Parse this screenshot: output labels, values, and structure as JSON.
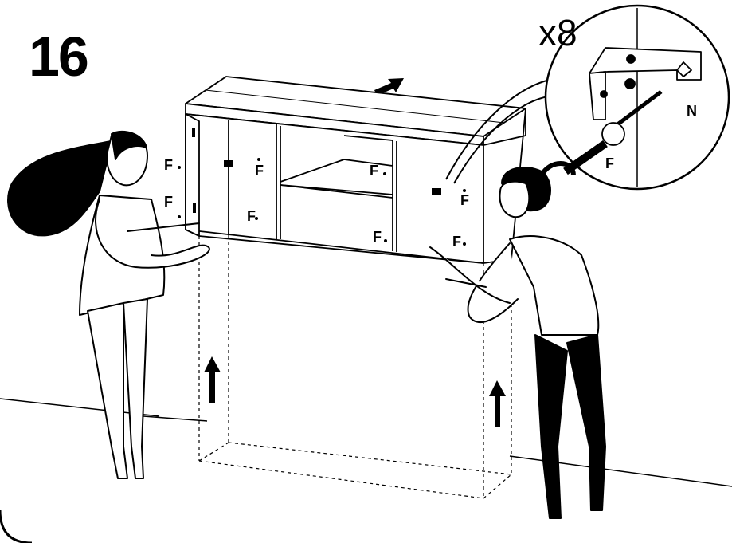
{
  "step": {
    "number": "16"
  },
  "detail": {
    "quantity": "x8",
    "screw_label": "F",
    "bracket_label": "N"
  },
  "cabinet": {
    "screw_labels": [
      "F",
      "F",
      "F",
      "F",
      "F",
      "F",
      "F",
      "F"
    ]
  }
}
